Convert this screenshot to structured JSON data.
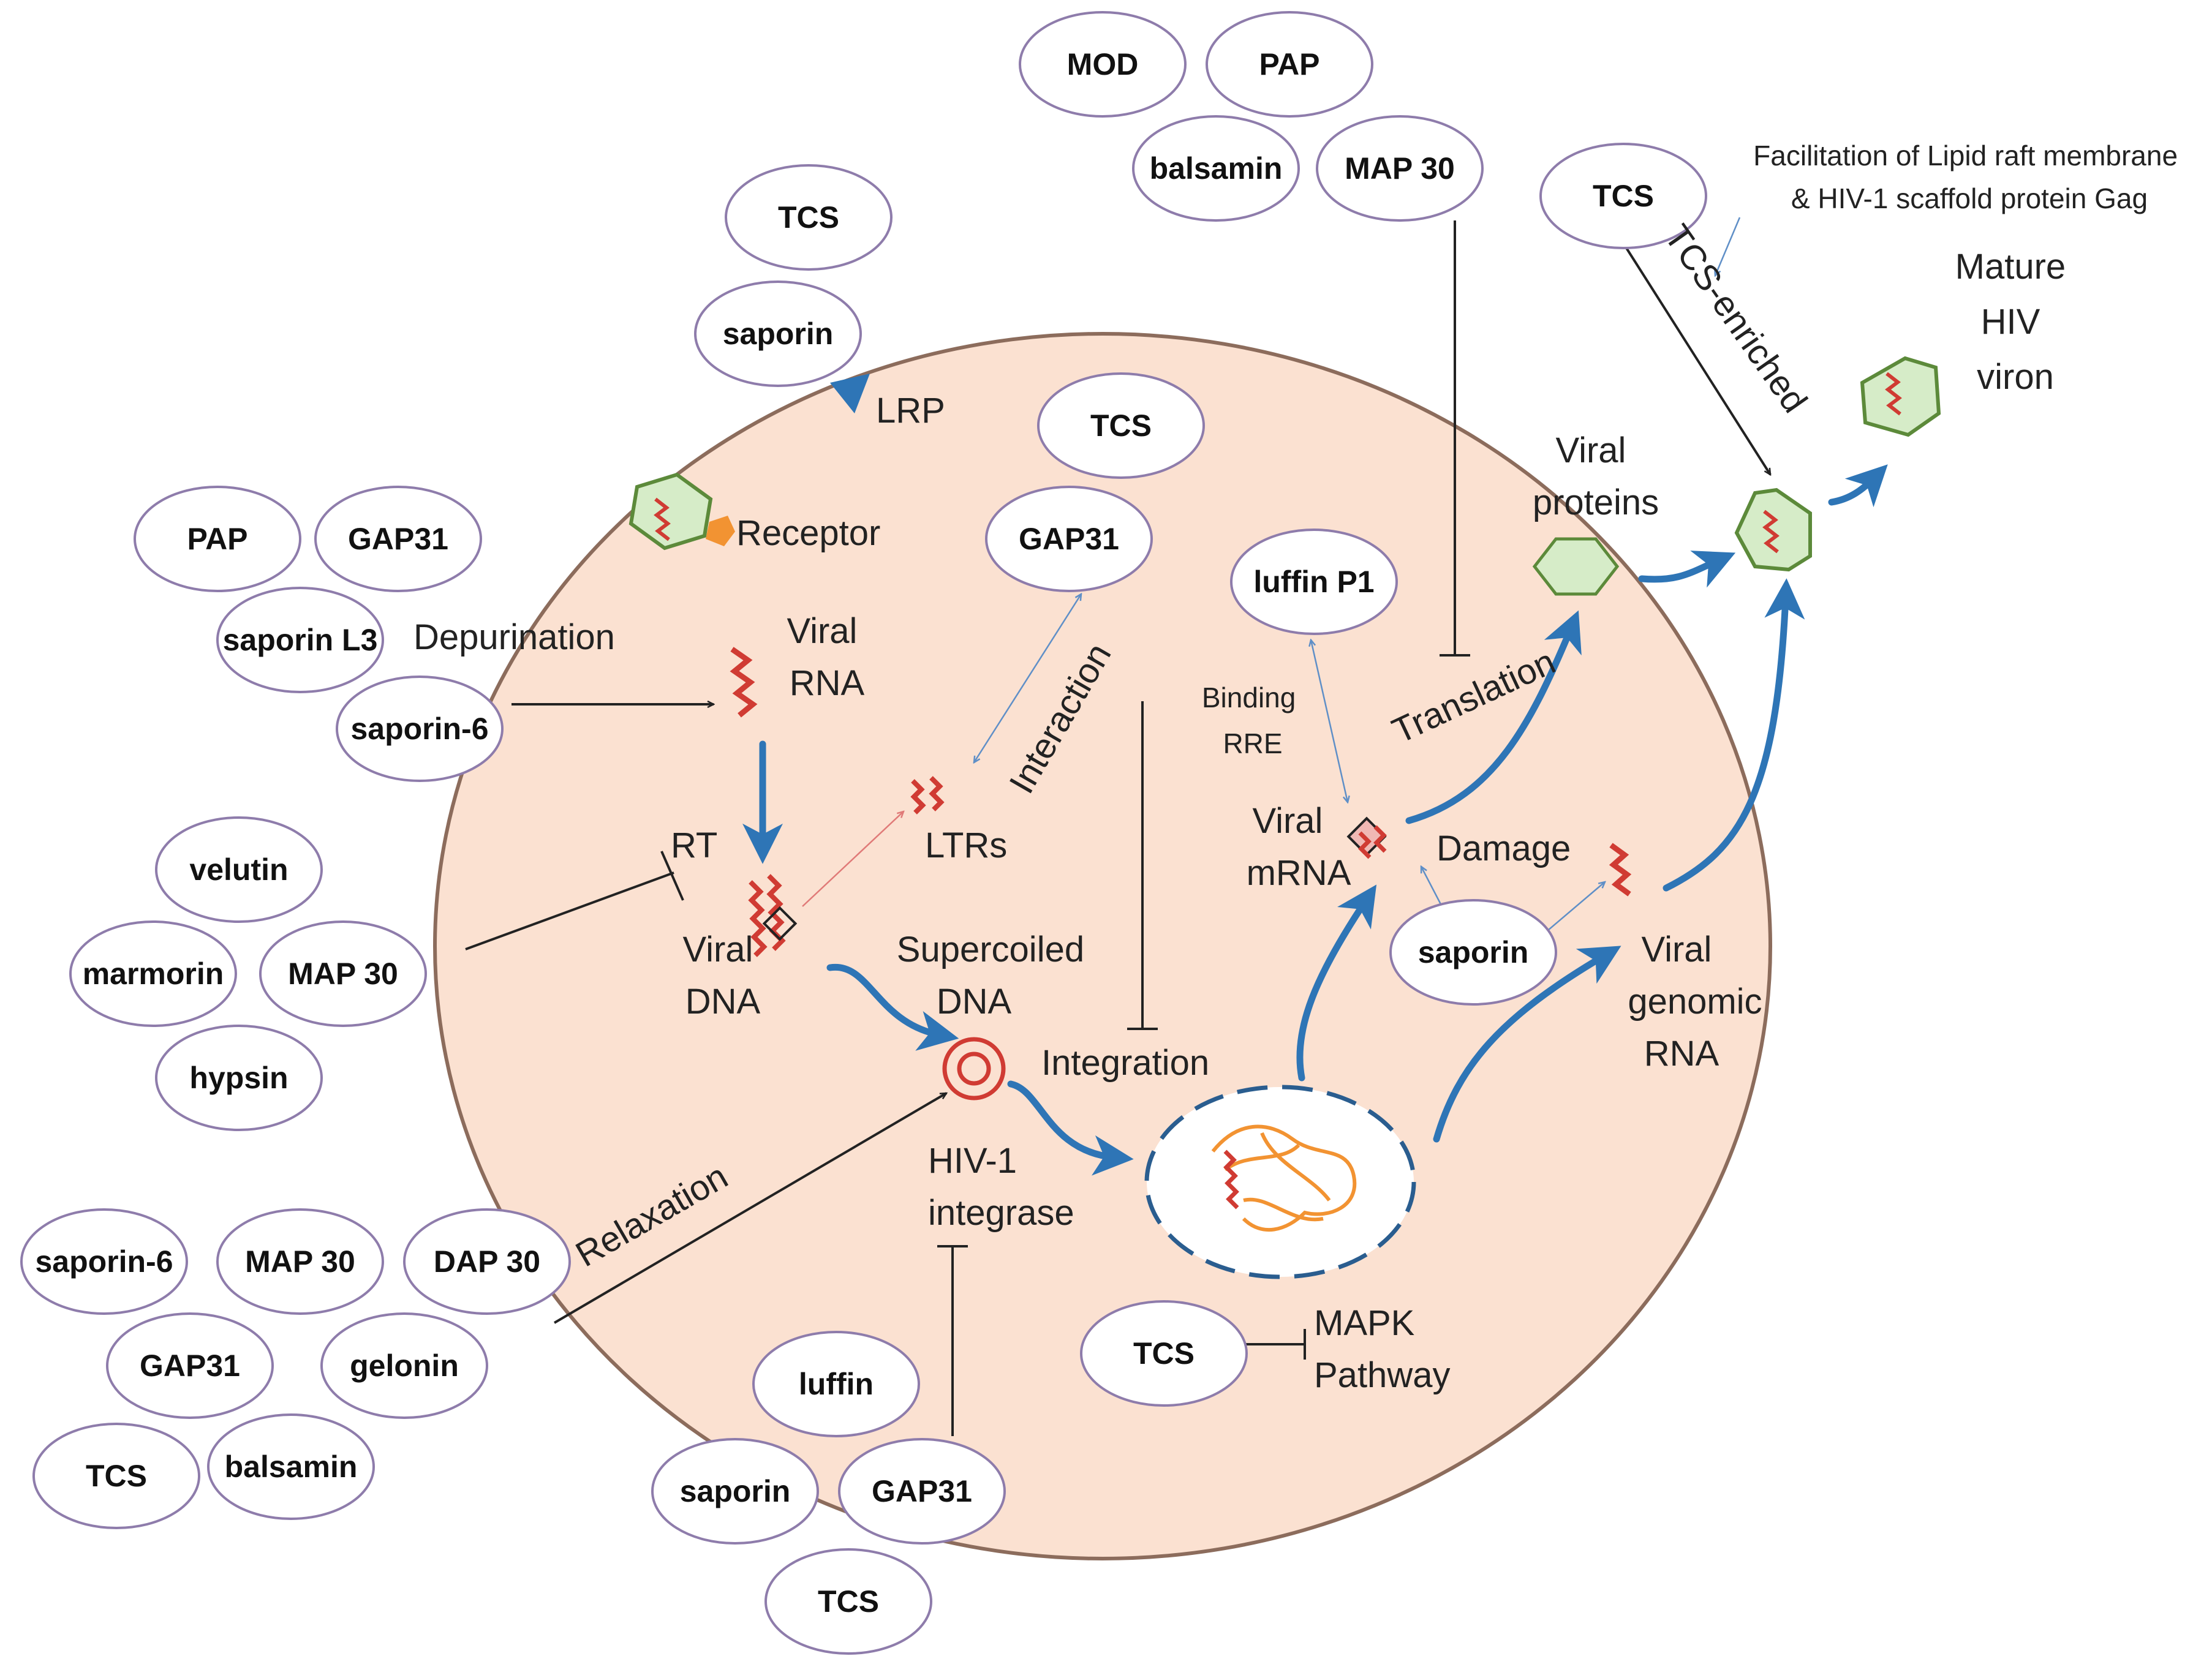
{
  "colors": {
    "cell_fill": "#fbe1d1",
    "cell_stroke": "#8c6c5c",
    "drug_oval_stroke": "#8e7cab",
    "flow_arrow": "#2e75b6",
    "virus_green": "#5c8a3a",
    "virus_fill": "#d6ecc8",
    "rna_red": "#d03b33",
    "dna_orange": "#f29332"
  },
  "drugs": {
    "tcs_lrp": "TCS",
    "saporin_lrp": "saporin",
    "mod": "MOD",
    "pap_top": "PAP",
    "balsamin_top": "balsamin",
    "map30_top": "MAP 30",
    "tcs_top_right": "TCS",
    "tcs_ltr": "TCS",
    "gap31_ltr": "GAP31",
    "luffin_p1": "luffin P1",
    "pap_left": "PAP",
    "gap31_left": "GAP31",
    "saporin_l3": "saporin L3",
    "saporin6_left": "saporin-6",
    "velutin": "velutin",
    "marmorin": "marmorin",
    "map30_left": "MAP 30",
    "hypsin": "hypsin",
    "saporin6_bottom": "saporin-6",
    "map30_bottom": "MAP 30",
    "dap30": "DAP 30",
    "gap31_bottom": "GAP31",
    "gelonin": "gelonin",
    "tcs_bottom_left": "TCS",
    "balsamin_bottom": "balsamin",
    "luffin": "luffin",
    "saporin_int": "saporin",
    "gap31_int": "GAP31",
    "tcs_int": "TCS",
    "saporin_damage": "saporin",
    "tcs_mapk": "TCS"
  },
  "labels": {
    "lrp": "LRP",
    "receptor": "Receptor",
    "depurination": "Depurination",
    "viral_rna": [
      "Viral",
      "RNA"
    ],
    "rt": "RT",
    "viral_dna": [
      "Viral",
      "DNA"
    ],
    "ltrs": "LTRs",
    "interaction": "Interaction",
    "supercoiled_dna": [
      "Supercoiled",
      "DNA"
    ],
    "integration": "Integration",
    "hiv_integrase": [
      "HIV-1",
      "integrase"
    ],
    "relaxation": "Relaxation",
    "binding_rre": [
      "Binding",
      "RRE"
    ],
    "viral_mrna": [
      "Viral",
      "mRNA"
    ],
    "damage": "Damage",
    "translation": "Translation",
    "viral_proteins": [
      "Viral",
      "proteins"
    ],
    "viral_genomic_rna": [
      "Viral",
      "genomic",
      "RNA"
    ],
    "mapk": [
      "MAPK",
      "Pathway"
    ],
    "facilitation": [
      "Facilitation of Lipid raft membrane",
      "& HIV-1 scaffold protein Gag"
    ],
    "tcs_enriched": "TCS-enriched",
    "mature_hiv": [
      "Mature",
      "HIV",
      "viron"
    ]
  }
}
